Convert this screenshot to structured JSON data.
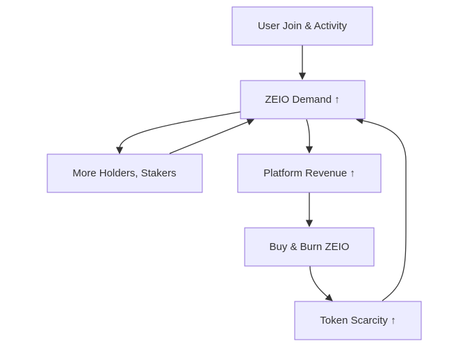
{
  "diagram": {
    "type": "flowchart",
    "nodes": [
      {
        "id": "user_join",
        "label": "User Join & Activity"
      },
      {
        "id": "zeio_demand",
        "label": "ZEIO Demand ↑"
      },
      {
        "id": "more_holders",
        "label": "More Holders, Stakers"
      },
      {
        "id": "platform_revenue",
        "label": "Platform Revenue ↑"
      },
      {
        "id": "buy_burn",
        "label": "Buy & Burn ZEIO"
      },
      {
        "id": "token_scarcity",
        "label": "Token Scarcity ↑"
      }
    ],
    "edges": [
      {
        "from": "user_join",
        "to": "zeio_demand"
      },
      {
        "from": "zeio_demand",
        "to": "more_holders"
      },
      {
        "from": "more_holders",
        "to": "zeio_demand"
      },
      {
        "from": "zeio_demand",
        "to": "platform_revenue"
      },
      {
        "from": "platform_revenue",
        "to": "buy_burn"
      },
      {
        "from": "buy_burn",
        "to": "token_scarcity"
      },
      {
        "from": "token_scarcity",
        "to": "zeio_demand"
      }
    ],
    "colors": {
      "node_fill": "#ececff",
      "node_stroke": "#9370db",
      "edge": "#333333",
      "text": "#333333"
    }
  }
}
